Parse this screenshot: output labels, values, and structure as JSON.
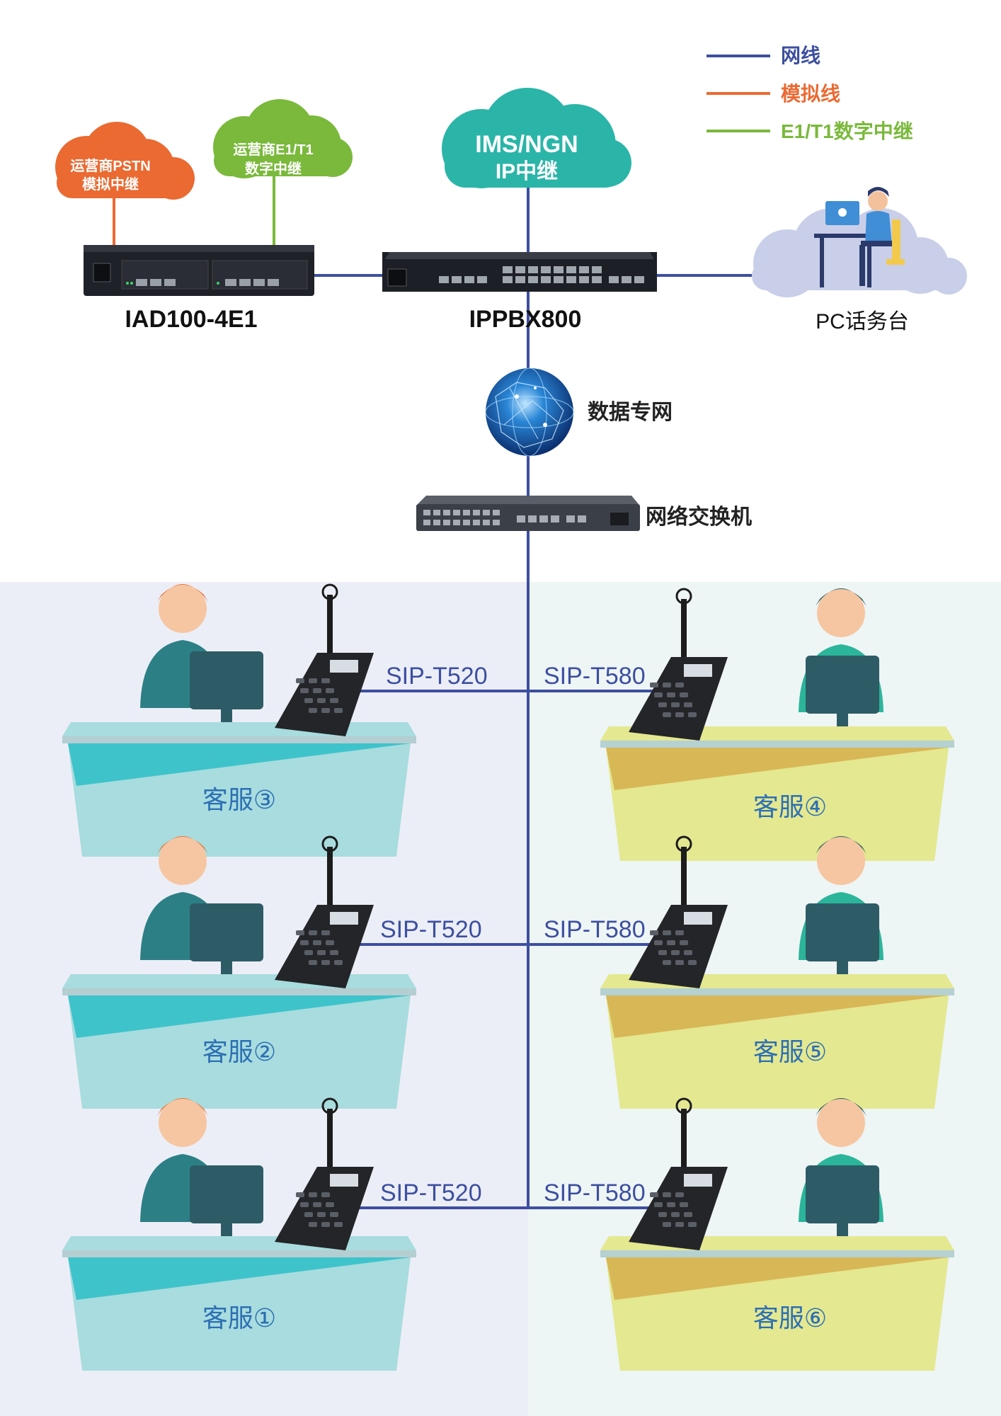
{
  "legend": {
    "items": [
      {
        "label": "网线",
        "color": "#3d4fa0"
      },
      {
        "label": "模拟线",
        "color": "#ea6a32"
      },
      {
        "label": "E1/T1数字中继",
        "color": "#7ab93b"
      }
    ]
  },
  "clouds": {
    "pstn": {
      "line1": "运营商PSTN",
      "line2": "模拟中继",
      "color": "#ea6a32"
    },
    "e1t1": {
      "line1": "运营商E1/T1",
      "line2": "数字中继",
      "color": "#7ab93b"
    },
    "ims": {
      "line1": "IMS/NGN",
      "line2": "IP中继",
      "color": "#2ab5a8"
    }
  },
  "devices": {
    "iad": "IAD100-4E1",
    "ippbx": "IPPBX800",
    "pc_console": "PC话务台",
    "data_network": "数据专网",
    "switch": "网络交换机"
  },
  "phones": {
    "left_model": "SIP-T520",
    "right_model": "SIP-T580"
  },
  "agents": [
    {
      "label": "客服③"
    },
    {
      "label": "客服④"
    },
    {
      "label": "客服②"
    },
    {
      "label": "客服⑤"
    },
    {
      "label": "客服①"
    },
    {
      "label": "客服⑥"
    }
  ],
  "colors": {
    "network_line": "#3d4fa0",
    "left_bg": "#eceef7",
    "right_bg": "#eef5f5",
    "left_desk": "#a8dcde",
    "left_desk_accent": "#2bbec8",
    "right_desk": "#e4e890",
    "right_desk_accent": "#d6ae4d",
    "desk_label": "#2d6fb4"
  }
}
